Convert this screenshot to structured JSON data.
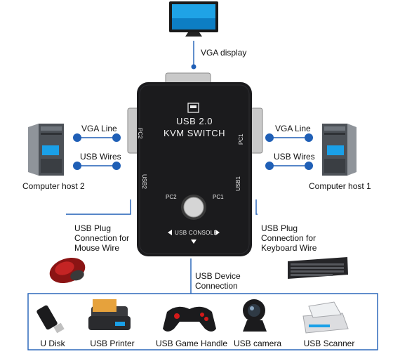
{
  "top": {
    "display_label": "VGA display"
  },
  "kvm": {
    "title_line1": "USB 2.0",
    "title_line2": "KVM SWITCH",
    "pc1_side": "PC1",
    "pc2_side": "PC2",
    "usb1_side": "USB1",
    "usb2_side": "USB2",
    "btn_pc2": "PC2",
    "btn_pc1": "PC1",
    "console_label": "USB CONSOLE"
  },
  "left": {
    "vga_line": "VGA Line",
    "usb_wires": "USB Wires",
    "host_label": "Computer host 2",
    "mouse_label_1": "USB Plug",
    "mouse_label_2": "Connection for",
    "mouse_label_3": "Mouse Wire"
  },
  "right": {
    "vga_line": "VGA Line",
    "usb_wires": "USB Wires",
    "host_label": "Computer host 1",
    "keyboard_label_1": "USB Plug",
    "keyboard_label_2": "Connection for",
    "keyboard_label_3": "Keyboard Wire"
  },
  "bottom": {
    "device_conn_1": "USB Device",
    "device_conn_2": "Connection",
    "devices": [
      "U Disk",
      "USB Printer",
      "USB Game Handle",
      "USB camera",
      "USB Scanner"
    ]
  },
  "colors": {
    "accent": "#1f5fb6",
    "device_black": "#1b1b1d"
  }
}
